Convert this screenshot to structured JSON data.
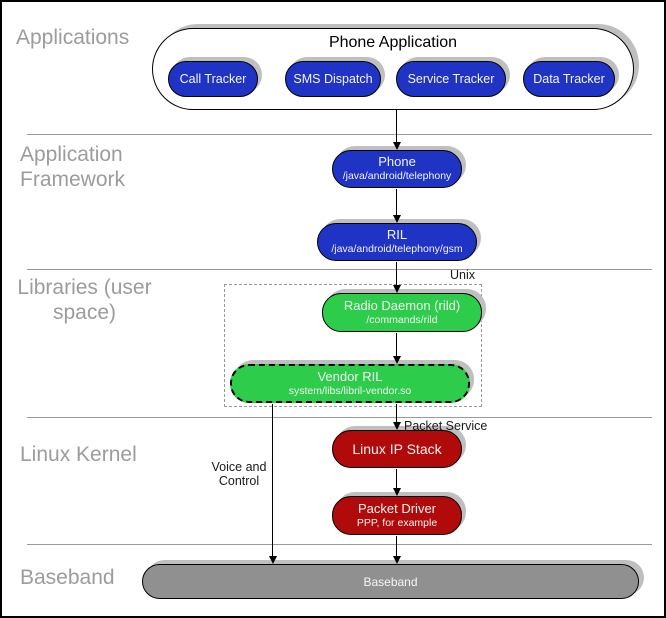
{
  "sections": {
    "applications": "Applications",
    "framework": "Application Framework",
    "libraries": "Libraries (user space)",
    "kernel": "Linux Kernel",
    "baseband": "Baseband"
  },
  "applications": {
    "container_title": "Phone Application",
    "pills": [
      "Call Tracker",
      "SMS Dispatch",
      "Service Tracker",
      "Data Tracker"
    ]
  },
  "framework": {
    "phone": {
      "title": "Phone",
      "subtitle": "/java/android/telephony"
    },
    "ril": {
      "title": "RIL",
      "subtitle": "/java/android/telephony/gsm"
    }
  },
  "libraries": {
    "unix_label": "Unix",
    "radio_daemon": {
      "title": "Radio Daemon (rild)",
      "subtitle": "/commands/rild"
    },
    "vendor_ril": {
      "title": "Vendor RIL",
      "subtitle": "system/libs/libril-vendor.so"
    }
  },
  "kernel": {
    "packet_service_label": "Packet Service",
    "voice_control_label": "Voice and Control",
    "linux_ip_stack": {
      "title": "Linux IP Stack"
    },
    "packet_driver": {
      "title": "Packet Driver",
      "subtitle": "PPP, for example"
    }
  },
  "baseband": {
    "bar_label": "Baseband"
  },
  "colors": {
    "node_blue": "#1f34c4",
    "node_green": "#2dcd4b",
    "node_red": "#b00a0a",
    "node_gray": "#909090",
    "shadow_gray": "#bfbfbf",
    "section_label_gray": "#9c9c9c",
    "divider_gray": "#9a9a9a"
  }
}
